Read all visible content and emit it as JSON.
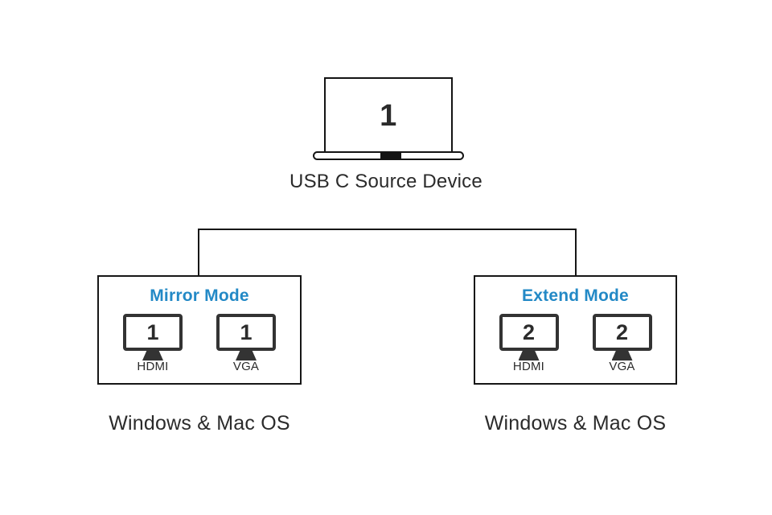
{
  "diagram": {
    "source": {
      "device_label": "USB C Source Device",
      "screen_value": "1",
      "icon": "laptop-icon"
    },
    "connector": {
      "style": "bracket",
      "color": "#161616"
    },
    "colors": {
      "mode_title": "#2389c6",
      "text": "#2b2b2b",
      "outline": "#161616",
      "monitor_bezel": "#333333",
      "background": "#ffffff"
    },
    "modes": [
      {
        "id": "mirror",
        "title": "Mirror Mode",
        "os_caption": "Windows & Mac OS",
        "outputs": [
          {
            "port": "HDMI",
            "screen_value": "1",
            "icon": "monitor-icon"
          },
          {
            "port": "VGA",
            "screen_value": "1",
            "icon": "monitor-icon"
          }
        ]
      },
      {
        "id": "extend",
        "title": "Extend Mode",
        "os_caption": "Windows & Mac OS",
        "outputs": [
          {
            "port": "HDMI",
            "screen_value": "2",
            "icon": "monitor-icon"
          },
          {
            "port": "VGA",
            "screen_value": "2",
            "icon": "monitor-icon"
          }
        ]
      }
    ]
  }
}
